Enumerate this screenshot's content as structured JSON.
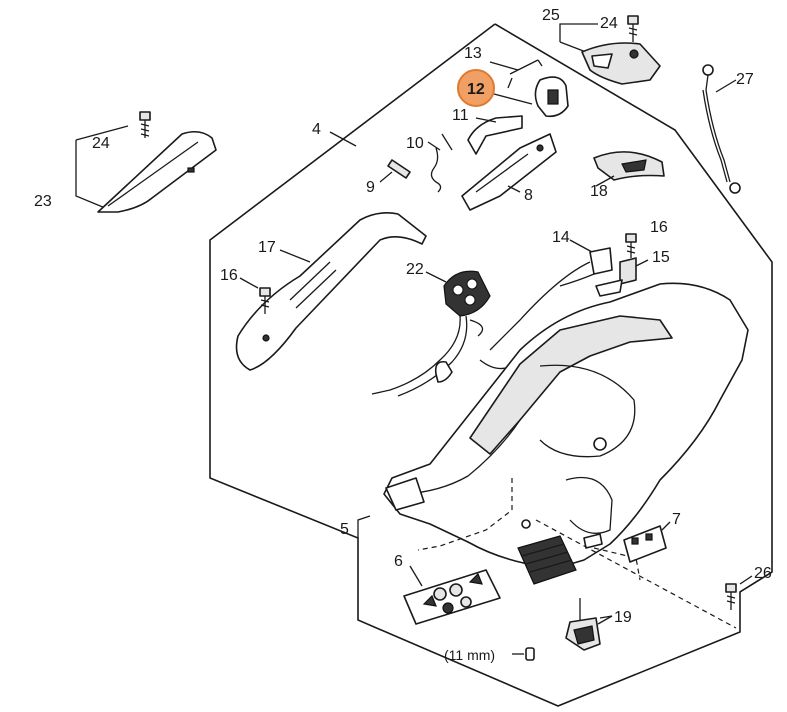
{
  "diagram": {
    "highlight_color": "#f0a064",
    "highlight_stroke": "#e07a2e",
    "callouts": {
      "c4": "4",
      "c5": "5",
      "c6": "6",
      "c7": "7",
      "c8": "8",
      "c9": "9",
      "c10": "10",
      "c11": "11",
      "c12": "12",
      "c13": "13",
      "c14": "14",
      "c15": "15",
      "c16a": "16",
      "c16b": "16",
      "c17": "17",
      "c18": "18",
      "c19": "19",
      "c22": "22",
      "c23": "23",
      "c24a": "24",
      "c24b": "24",
      "c25": "25",
      "c26": "26",
      "c27": "27"
    },
    "size_note": "(11 mm)"
  }
}
